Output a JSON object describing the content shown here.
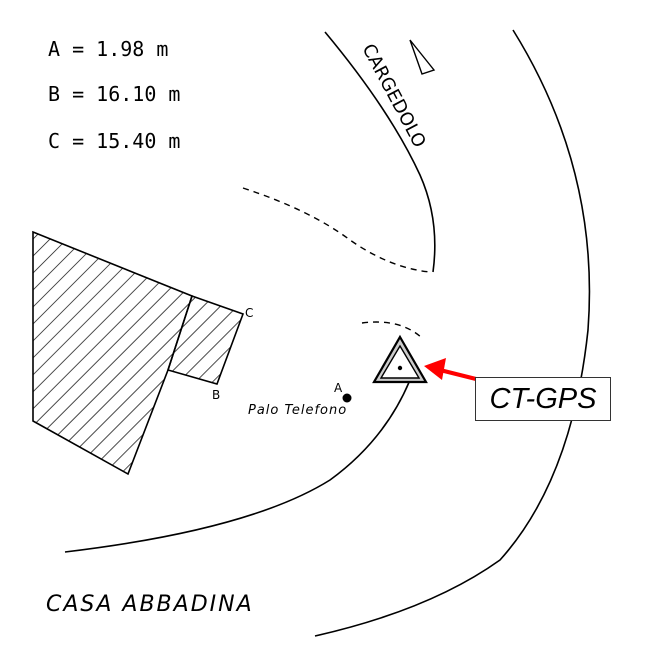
{
  "measurements": [
    {
      "label": "A",
      "value": "1.98 m"
    },
    {
      "label": "B",
      "value": "16.10 m"
    },
    {
      "label": "C",
      "value": "15.40 m"
    }
  ],
  "road_label": "CARGEDOLO",
  "place_label": "CASA ABBADINA",
  "pole_label": "Palo Telefono",
  "point_a": "A",
  "point_b": "B",
  "point_c": "C",
  "callout": "CT-GPS",
  "colors": {
    "arrow": "#ff0000",
    "ink": "#000000"
  }
}
